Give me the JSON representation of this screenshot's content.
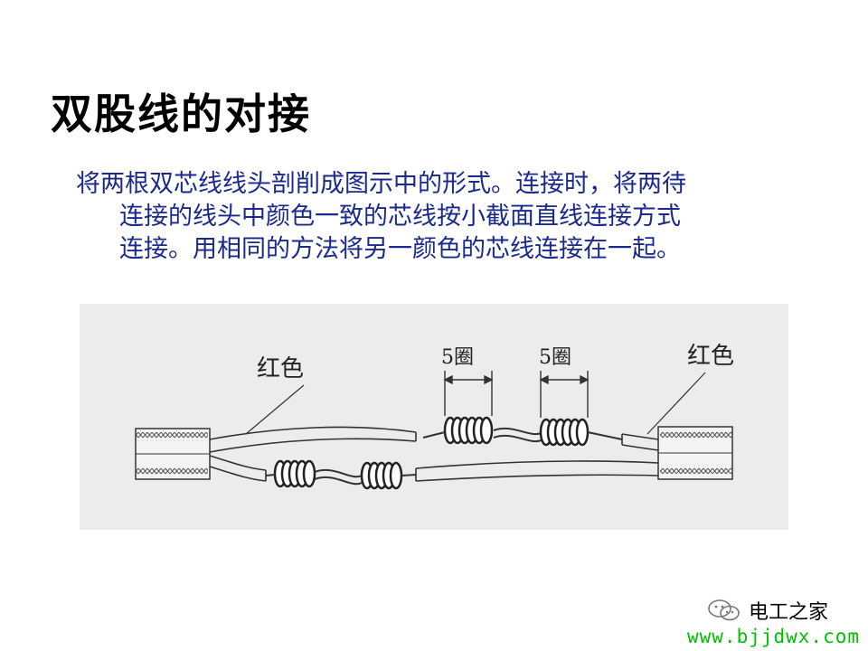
{
  "slide": {
    "title": "双股线的对接",
    "body_lines": [
      "将两根双芯线线头剖削成图示中的形式。连接时，将两待",
      "连接的线头中颜色一致的芯线按小截面直线连接方式",
      "连接。用相同的方法将另一颜色的芯线连接在一起。"
    ]
  },
  "figure": {
    "label_left": "红色",
    "label_right": "红色",
    "dim_left": "5圈",
    "dim_right": "5圈"
  },
  "watermark": {
    "icon": "wechat-icon",
    "brand": "电工之家",
    "url": "www.bjjdwx.com"
  },
  "colors": {
    "title": "#000000",
    "body_text": "#1a2a8c",
    "figure_bg": "#ececec",
    "watermark_url": "#00c000"
  }
}
